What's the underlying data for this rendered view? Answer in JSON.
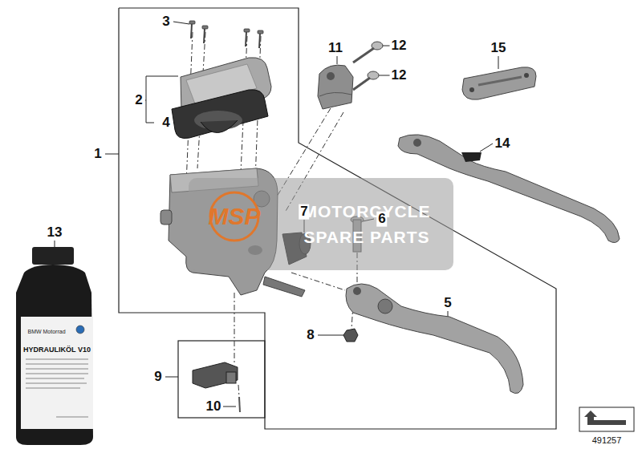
{
  "diagram": {
    "labels": [
      "3",
      "2",
      "4",
      "1",
      "11",
      "12",
      "12",
      "15",
      "14",
      "MSP",
      "MOTORCYCLE",
      "SPARE PARTS",
      "7",
      "6",
      "13",
      "BMW Motorrad",
      "HYDRAULIKÖL V10",
      "5",
      "8",
      "9",
      "10",
      "491257"
    ]
  }
}
